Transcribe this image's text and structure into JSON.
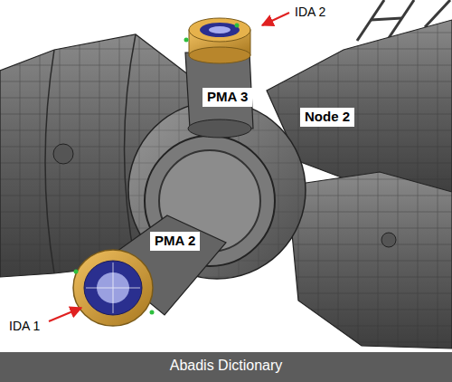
{
  "diagram": {
    "nodes": [
      {
        "text": [
          "PMA 3"
        ]
      },
      {
        "text": [
          "Node 2"
        ]
      },
      {
        "text": [
          "PMA 2"
        ]
      }
    ],
    "labels": [
      "IDA 2",
      "IDA 1",
      "Abadis Dictionary"
    ]
  }
}
